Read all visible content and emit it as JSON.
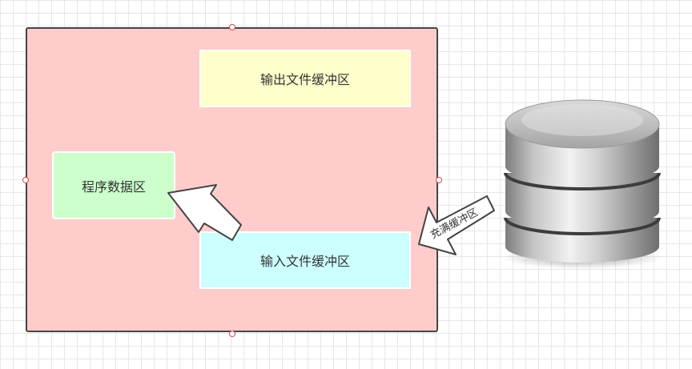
{
  "diagram": {
    "output_buffer_label": "输出文件缓冲区",
    "input_buffer_label": "输入文件缓冲区",
    "program_data_label": "程序数据区",
    "fill_arrow_label": "充满缓冲区"
  },
  "colors": {
    "memory_area": "#ffcccc",
    "output_buffer": "#ffffcc",
    "input_buffer": "#ccffff",
    "program_data": "#ccffcc"
  },
  "icons": [
    "database-icon",
    "arrow-icon"
  ]
}
